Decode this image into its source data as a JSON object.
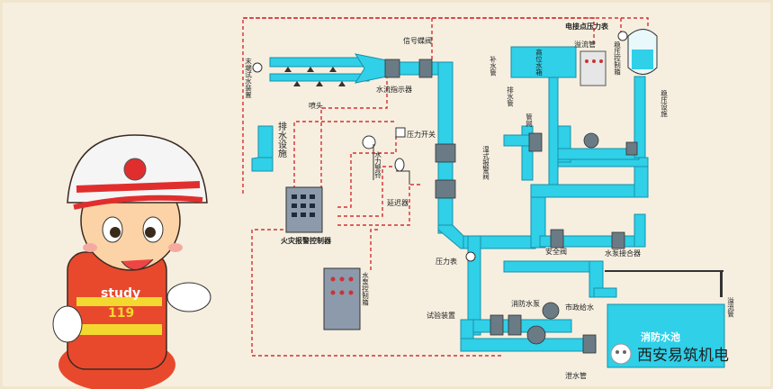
{
  "labels": {
    "signal_valve": "信号蝶阀",
    "pressure_gauge_top": "电接点压力表",
    "high_tank": "高位水箱",
    "overflow_pipe_top": "溢流管",
    "stabilizer_control_box": "稳压控制箱",
    "stabilizer_device": "稳压设施",
    "end_test_device": "末端试水装置",
    "flow_indicator": "水流指示器",
    "nozzle": "喷头",
    "drain_pipe_left": "排水设施",
    "replenish_pipe": "补水管",
    "drain_pipe_tank": "排水管",
    "pipe_network": "管网",
    "pressure_switch": "压力开关",
    "water_bell": "水力警铃",
    "alarm_valve": "湿式报警阀",
    "delay_device": "延迟器",
    "fire_alarm_controller": "火灾报警控制器",
    "pump_controller": "水泵控制箱",
    "pressure_gauge": "压力表",
    "safety_valve": "安全阀",
    "pump_adapter": "水泵接合器",
    "test_device": "试验装置",
    "fire_pump": "消防水泵",
    "municipal_water": "市政给水",
    "fire_pool": "消防水池",
    "overflow_pipe": "溢流管",
    "drain_pipe_bottom": "泄水管"
  },
  "mascot": {
    "shirt_text": "study",
    "shirt_number": "119"
  },
  "watermark": {
    "text": "西安易筑机电"
  },
  "colors": {
    "pipe": "#2fd0e8",
    "pipe_stroke": "#1a8fa8",
    "signal_line": "#d43030",
    "background": "#f6efe0",
    "controller": "#8c9aab"
  }
}
